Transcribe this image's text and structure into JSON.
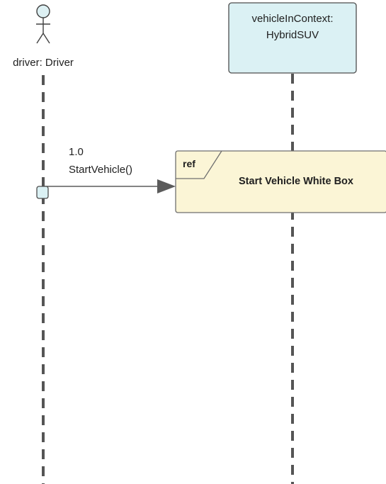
{
  "diagram": {
    "type": "sequence",
    "actor": {
      "label": "driver: Driver"
    },
    "lifeline": {
      "label_line1": "vehicleInContext:",
      "label_line2": "HybridSUV"
    },
    "message": {
      "number": "1.0",
      "label": "StartVehicle()"
    },
    "ref_fragment": {
      "keyword": "ref",
      "title": "Start Vehicle White Box"
    },
    "colors": {
      "lifeline_fill": "#dbf1f4",
      "ref_fill": "#fbf5d6",
      "line": "#555555"
    }
  }
}
